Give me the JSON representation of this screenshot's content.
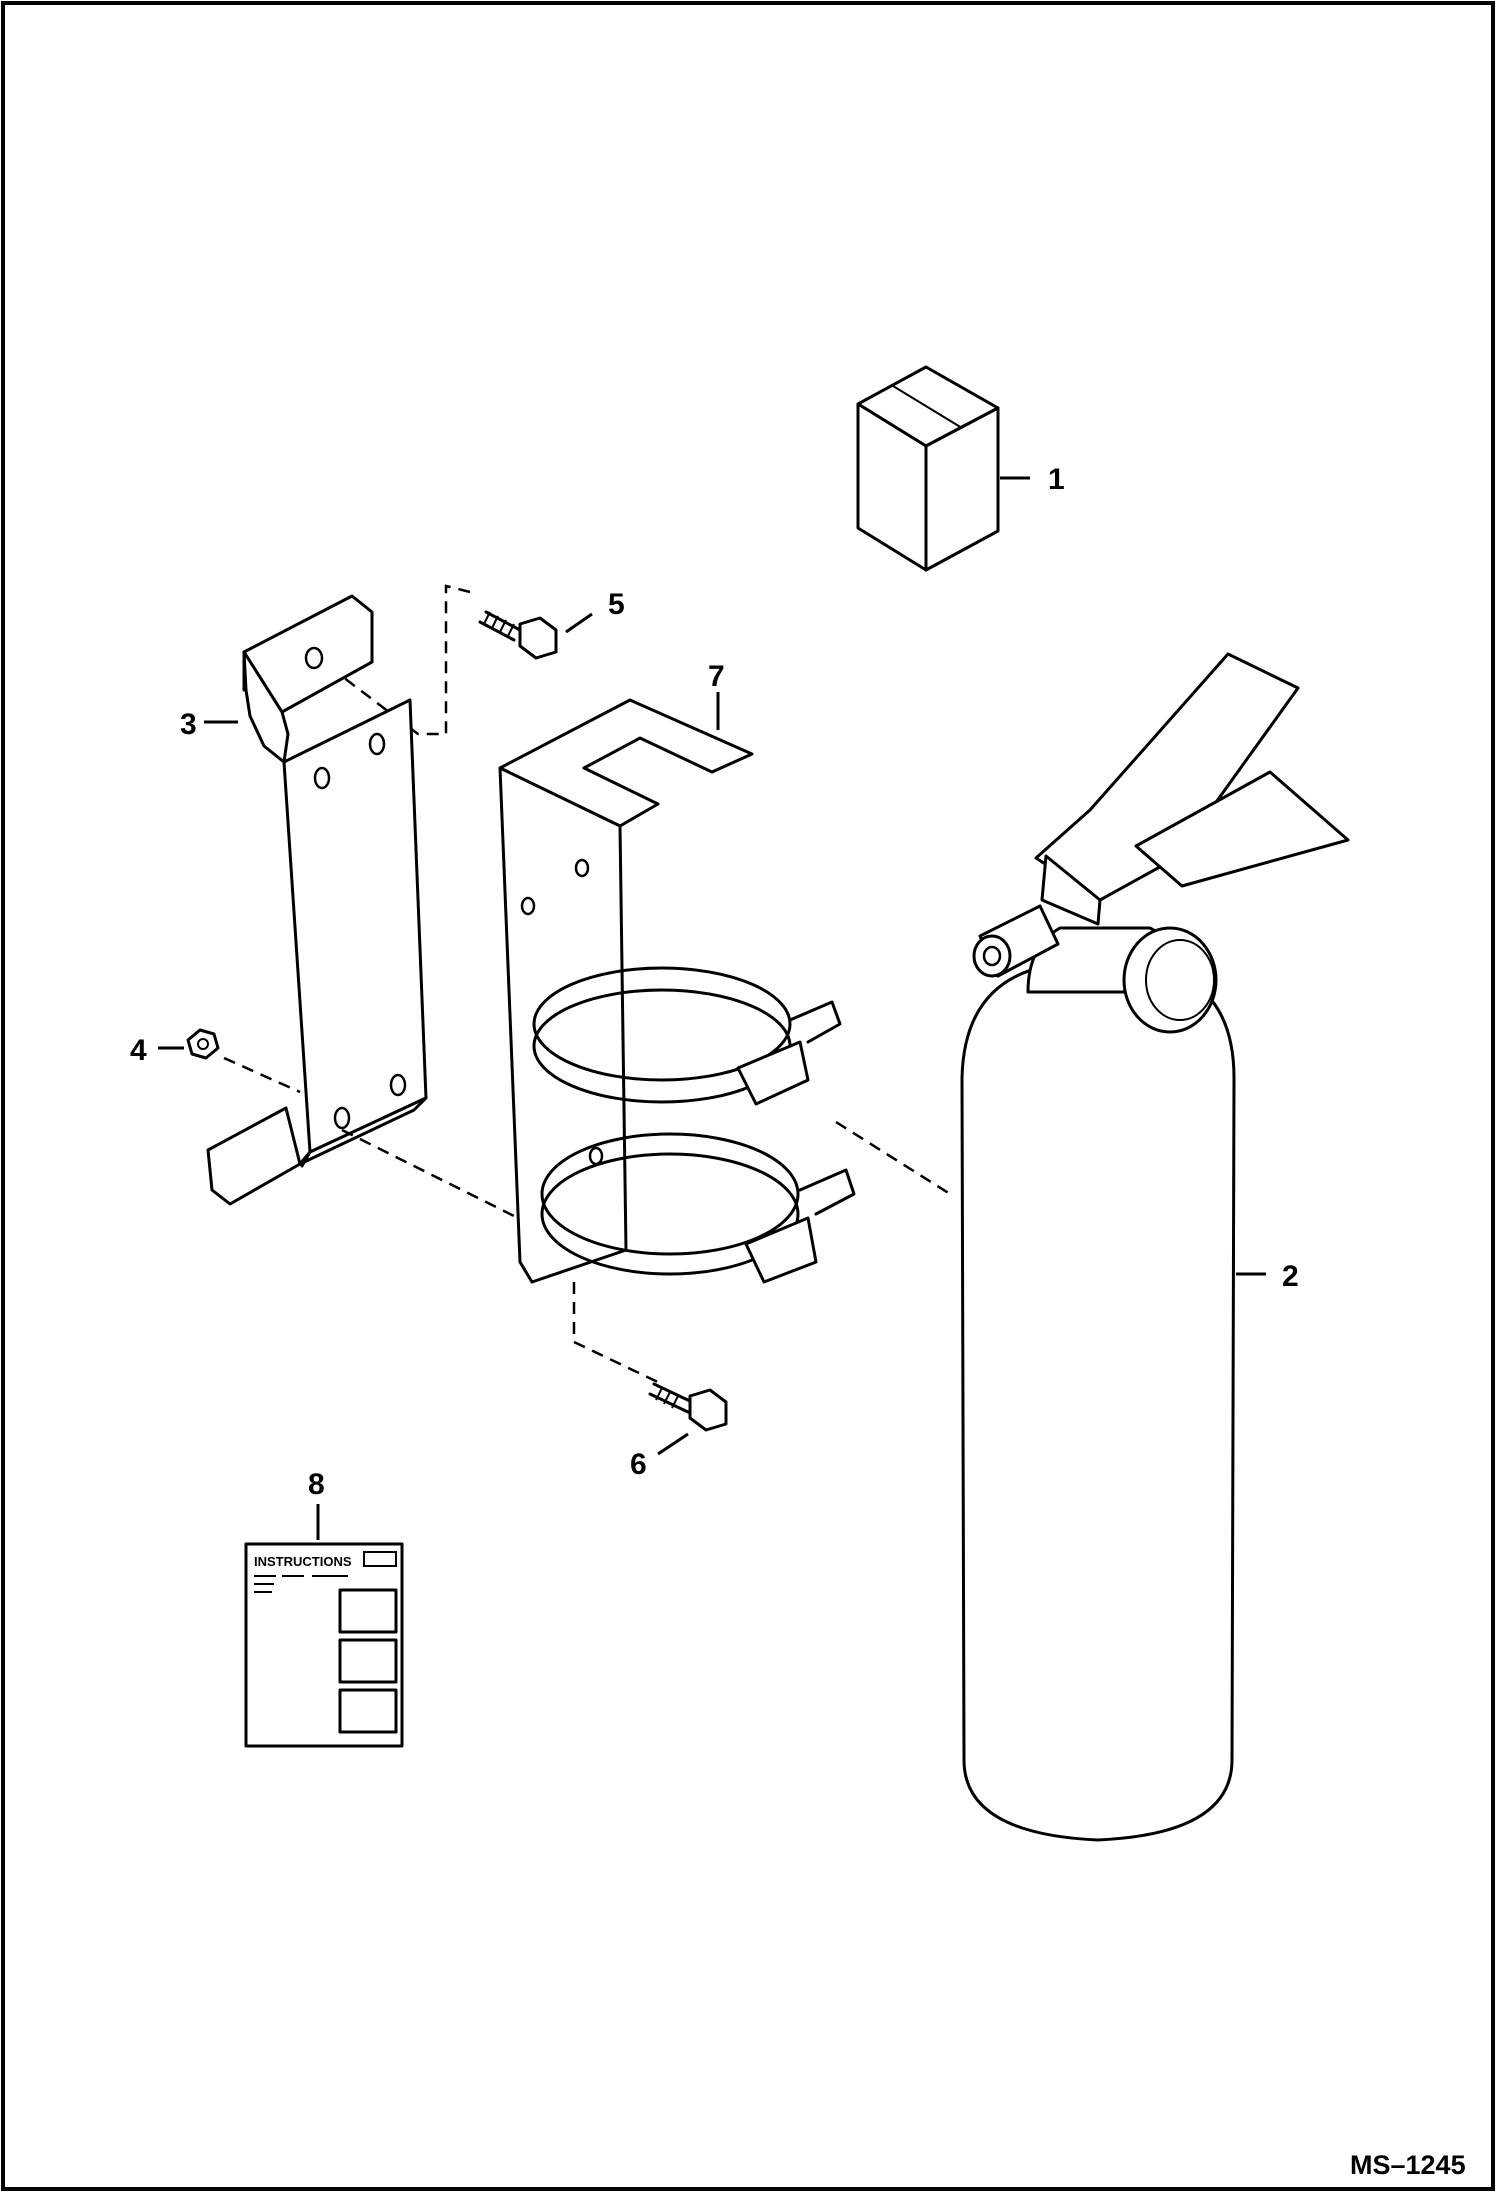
{
  "diagram": {
    "callouts": {
      "part1": "1",
      "part2": "2",
      "part3": "3",
      "part4": "4",
      "part5": "5",
      "part6": "6",
      "part7": "7",
      "part8": "8"
    },
    "instructions_card_title": "INSTRUCTIONS",
    "reference_code": "MS–1245"
  }
}
